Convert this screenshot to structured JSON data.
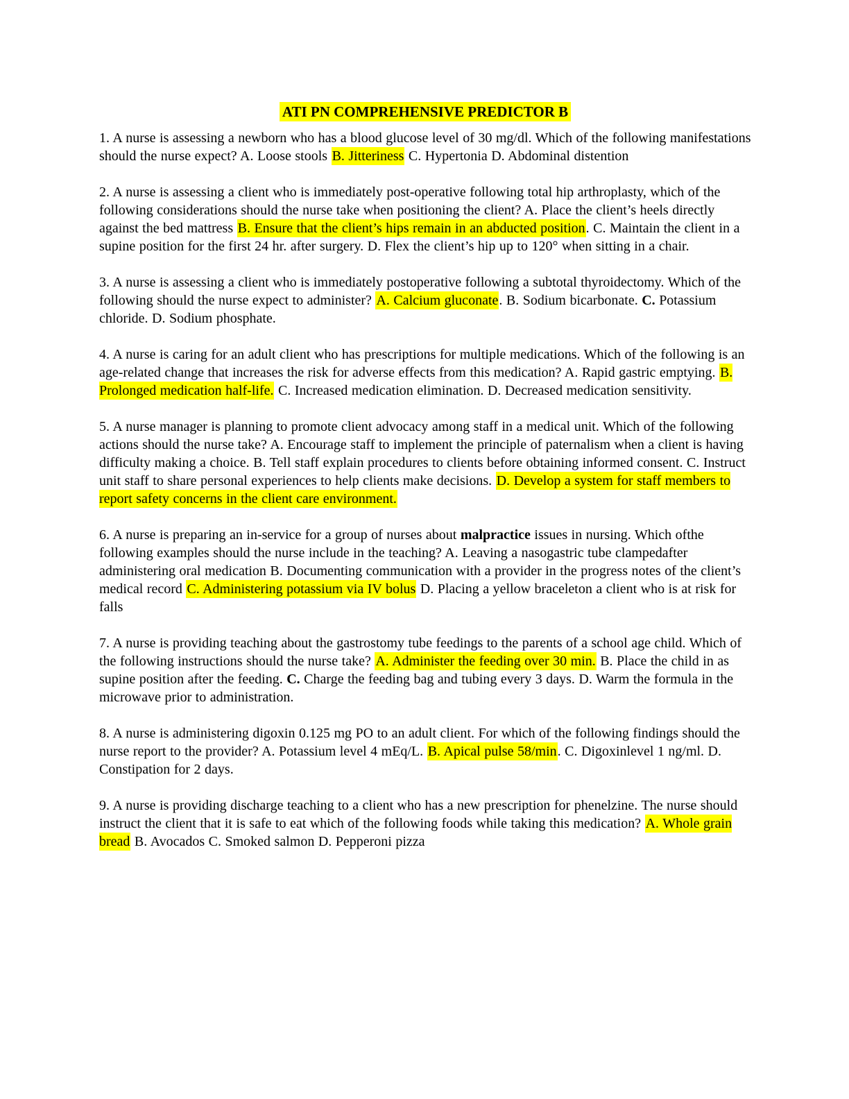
{
  "page": {
    "background_color": "#ffffff",
    "text_color": "#000000",
    "highlight_color": "#ffff00",
    "title": "ATI PN COMPREHENSIVE PREDICTOR B"
  },
  "questions": [
    {
      "id": 1,
      "segments": [
        {
          "t": "1. A nurse is assessing a newborn who has a blood glucose level of 30 mg/dl. Which of the following manifestations should the nurse expect? A. Loose stools "
        },
        {
          "t": "B. Jitteriness",
          "hl": true
        },
        {
          "t": " C. Hypertonia D. Abdominal distention"
        }
      ]
    },
    {
      "id": 2,
      "segments": [
        {
          "t": "2. A nurse is assessing a client who is immediately post-operative following total hip arthroplasty, which of the following considerations should the nurse take when positioning the client? A. Place the client’s heels directly against the bed mattress "
        },
        {
          "t": "B. Ensure that the client’s hips remain in an abducted position",
          "hl": true
        },
        {
          "t": ". C. Maintain the client in a supine position for the first 24 hr. after surgery. D. Flex the client’s hip up to 120° when sitting in a chair."
        }
      ]
    },
    {
      "id": 3,
      "segments": [
        {
          "t": "3. A nurse is assessing a client who is immediately postoperative following a subtotal thyroidectomy. Which of the following should the nurse expect to administer? "
        },
        {
          "t": "A. Calcium gluconate",
          "hl": true
        },
        {
          "t": ". B. Sodium bicarbonate. "
        },
        {
          "t": "C.",
          "b": true
        },
        {
          "t": " Potassium chloride. D. Sodium phosphate."
        }
      ]
    },
    {
      "id": 4,
      "segments": [
        {
          "t": "4. A nurse is caring for an adult client who has prescriptions for multiple medications. Which of the following is an age-related change that increases the risk for adverse effects from this medication? A. Rapid gastric emptying. "
        },
        {
          "t": "B. Prolonged medication half-life.",
          "hl": true
        },
        {
          "t": " C. Increased medication elimination. D. Decreased medication sensitivity."
        }
      ]
    },
    {
      "id": 5,
      "segments": [
        {
          "t": "5. A nurse manager is planning to promote client advocacy among staff in a medical unit. Which of the following actions should the nurse take? A. Encourage staff to implement the principle of paternalism when a client is having difficulty making a choice. B. Tell staff explain procedures to clients before obtaining informed consent. C. Instruct unit staff to share personal experiences to help clients make decisions. "
        },
        {
          "t": "D. Develop a system for staff members to report safety concerns in the client care environment.",
          "hl": true
        }
      ]
    },
    {
      "id": 6,
      "segments": [
        {
          "t": "6. A nurse is preparing an in-service for a group of nurses about "
        },
        {
          "t": "malpractice",
          "b": true
        },
        {
          "t": " issues in nursing. Which ofthe following examples should the nurse include in the teaching? A. Leaving a nasogastric tube clampedafter administering oral medication B. Documenting communication with a provider in the progress notes of the client’s medical record "
        },
        {
          "t": "C. Administering potassium via IV bolus",
          "hl": true
        },
        {
          "t": " D. Placing a yellow braceleton a client who is at risk for falls"
        }
      ]
    },
    {
      "id": 7,
      "segments": [
        {
          "t": "7. A nurse is providing teaching about the gastrostomy tube feedings to the parents of a school age child. Which of the following instructions should the nurse take? "
        },
        {
          "t": "A. Administer the feeding over 30 min.",
          "hl": true
        },
        {
          "t": " B. Place the child in as supine position after the feeding. "
        },
        {
          "t": "C.",
          "b": true
        },
        {
          "t": " Charge the feeding bag and tubing every 3 days. D. Warm the formula in the microwave prior to administration."
        }
      ]
    },
    {
      "id": 8,
      "segments": [
        {
          "t": "8. A nurse is administering digoxin 0.125 mg PO to an adult client. For which of the following findings should the nurse report to the provider? A. Potassium level 4 mEq/L. "
        },
        {
          "t": "B. Apical pulse 58/min",
          "hl": true
        },
        {
          "t": ". C. Digoxinlevel 1 ng/ml. D. Constipation for 2 days."
        }
      ]
    },
    {
      "id": 9,
      "segments": [
        {
          "t": "9. A nurse is providing discharge teaching to a client who has a new prescription for phenelzine. The nurse should instruct the client that it is safe to eat which of the following foods while taking this medication? "
        },
        {
          "t": "A. Whole grain bread",
          "hl": true
        },
        {
          "t": " B. Avocados C. Smoked salmon D. Pepperoni pizza"
        }
      ]
    }
  ]
}
